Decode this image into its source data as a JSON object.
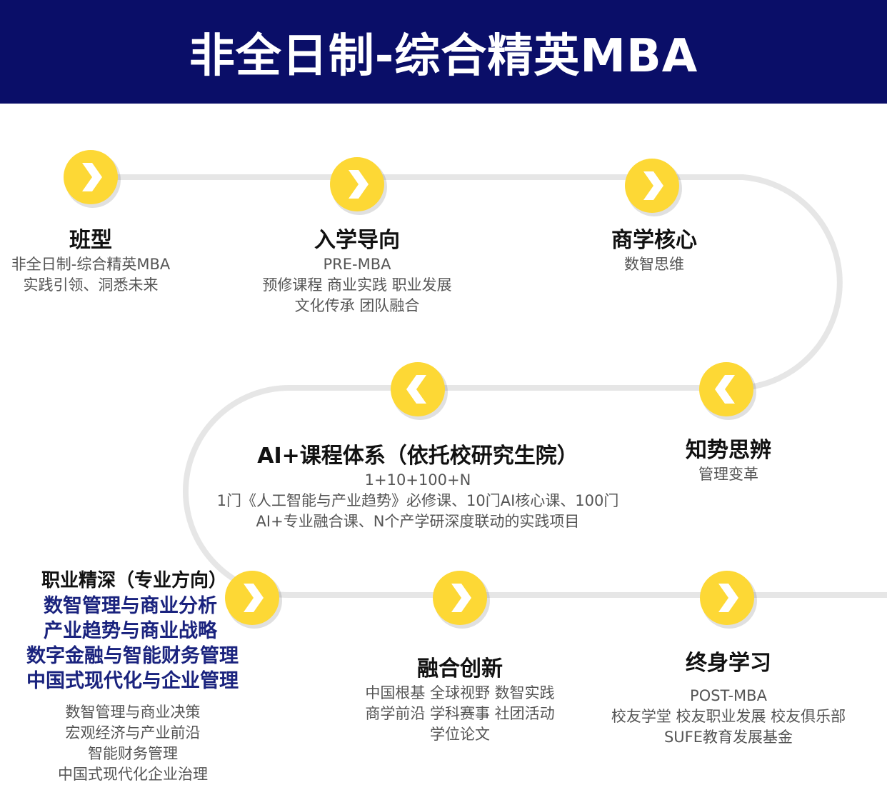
{
  "title": "非全日制-综合精英MBA",
  "colors": {
    "header": "#0a0e68",
    "accent": "#fdd835",
    "track": "#e6e6e6",
    "highlight": "#1a237e"
  },
  "steps": [
    {
      "title": "班型",
      "lines": [
        "非全日制-综合精英MBA",
        "实践引领、洞悉未来"
      ],
      "icon": "chevron-right-icon"
    },
    {
      "title": "入学导向",
      "lines": [
        "PRE-MBA",
        "预修课程 商业实践 职业发展",
        "文化传承 团队融合"
      ],
      "icon": "chevron-right-icon"
    },
    {
      "title": "商学核心",
      "lines": [
        "数智思维"
      ],
      "icon": "chevron-right-icon"
    },
    {
      "title": "知势思辨",
      "lines": [
        "管理变革"
      ],
      "icon": "chevron-left-icon"
    },
    {
      "title": "AI+课程体系（依托校研究生院）",
      "lines": [
        "1+10+100+N",
        "1门《人工智能与产业趋势》必修课、10门AI核心课、100门",
        "AI+专业融合课、N个产学研深度联动的实践项目"
      ],
      "icon": "chevron-left-icon"
    },
    {
      "title": "职业精深（专业方向）",
      "highlights": [
        "数智管理与商业分析",
        "产业趋势与商业战略",
        "数字金融与智能财务管理",
        "中国式现代化与企业管理"
      ],
      "lines": [
        "数智管理与商业决策",
        "宏观经济与产业前沿",
        "智能财务管理",
        "中国式现代化企业治理"
      ],
      "icon": "chevron-right-icon"
    },
    {
      "title": "融合创新",
      "lines": [
        "中国根基 全球视野 数智实践",
        "商学前沿 学科赛事 社团活动",
        "学位论文"
      ],
      "icon": "chevron-right-icon"
    },
    {
      "title": "终身学习",
      "lines": [
        "POST-MBA",
        "校友学堂 校友职业发展 校友俱乐部",
        "SUFE教育发展基金"
      ],
      "icon": "chevron-right-icon"
    }
  ]
}
